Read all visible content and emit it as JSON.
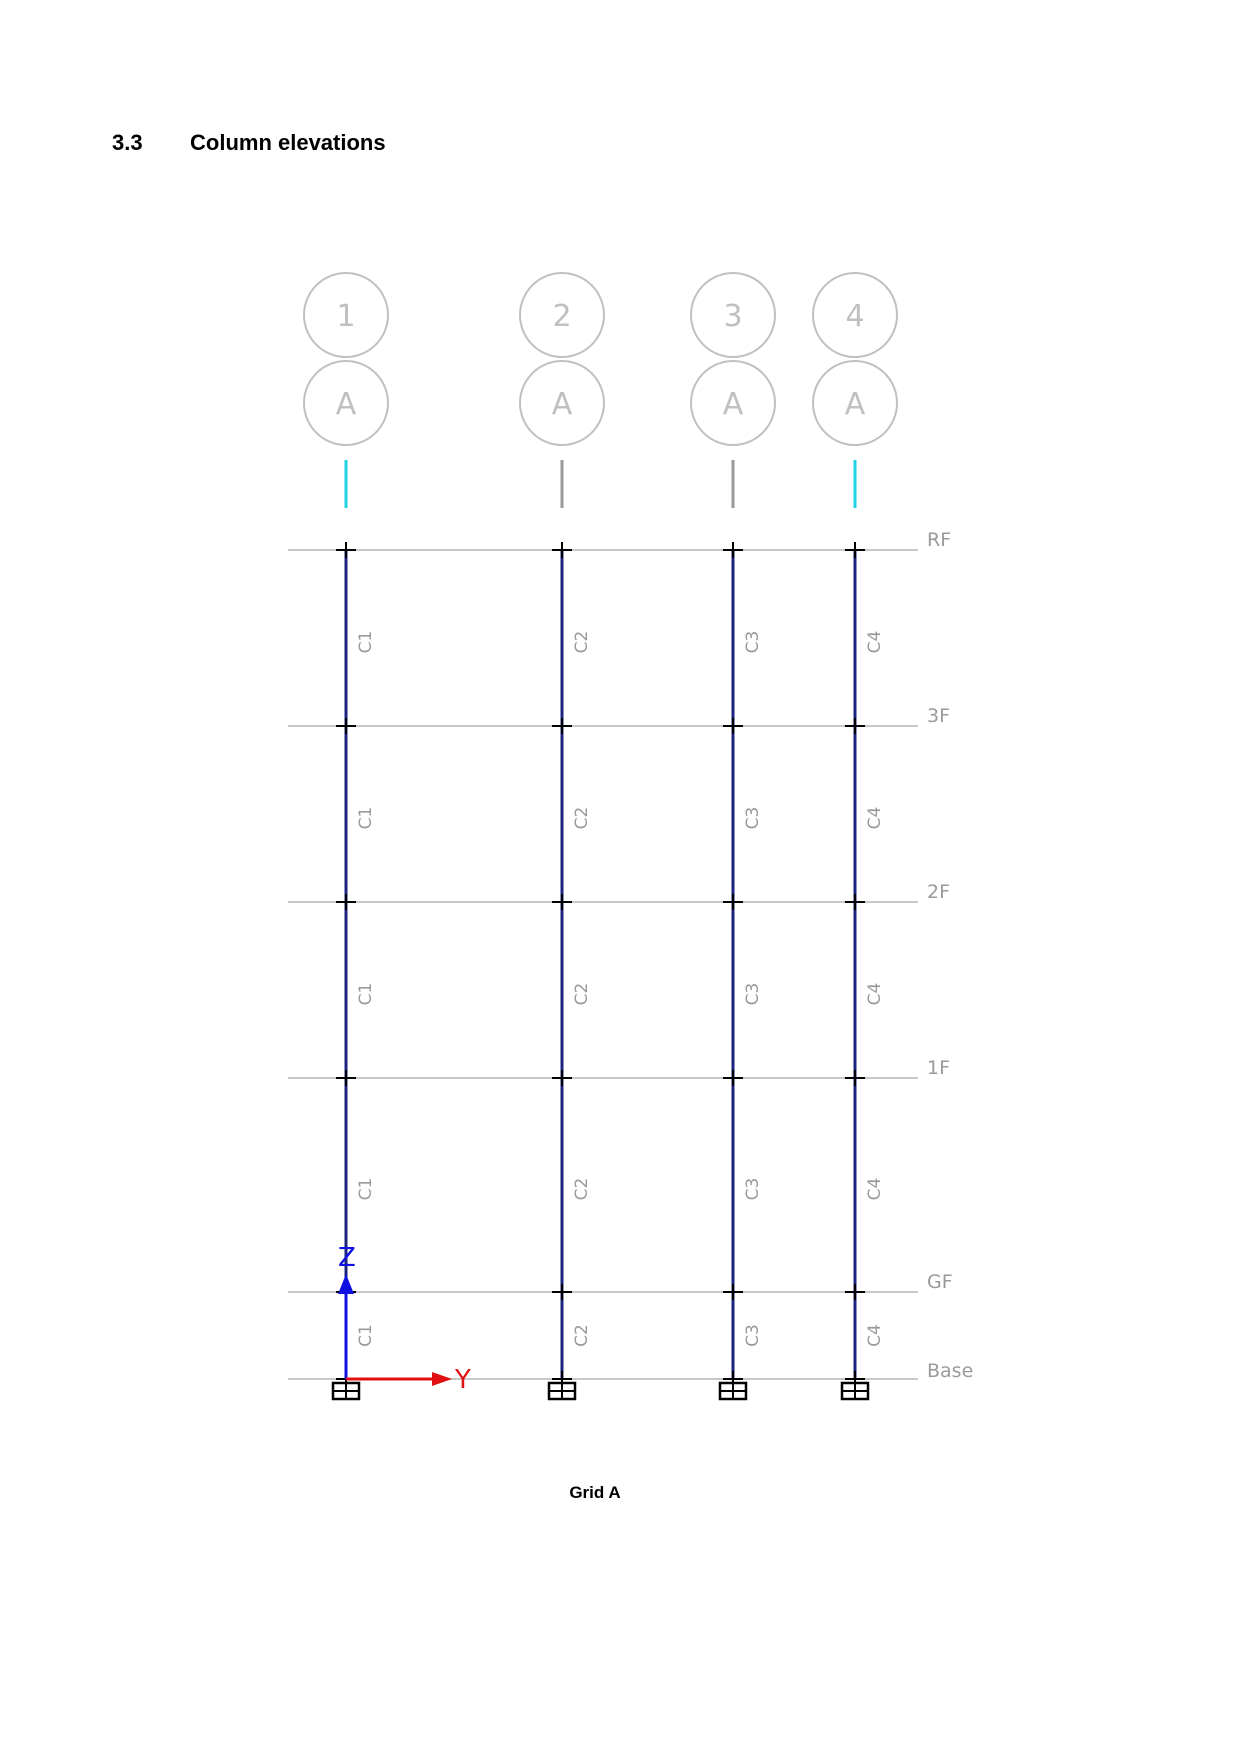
{
  "section": {
    "number": "3.3",
    "title": "Column elevations"
  },
  "caption": "Grid A",
  "diagram": {
    "grid_lines": [
      {
        "number": "1",
        "letter": "A",
        "column": "C1",
        "tag_color": "#22d3e6"
      },
      {
        "number": "2",
        "letter": "A",
        "column": "C2",
        "tag_color": "#9a9a9a"
      },
      {
        "number": "3",
        "letter": "A",
        "column": "C3",
        "tag_color": "#9a9a9a"
      },
      {
        "number": "4",
        "letter": "A",
        "column": "C4",
        "tag_color": "#22d3e6"
      }
    ],
    "levels": [
      "RF",
      "3F",
      "2F",
      "1F",
      "GF",
      "Base"
    ],
    "axes": {
      "vertical": "Z",
      "horizontal": "Y"
    },
    "colors": {
      "column": "#1a237e",
      "level_line": "#c8c8c8",
      "bubble": "#c0c0c0",
      "z_axis": "#1010e0",
      "y_axis": "#e01010"
    }
  }
}
